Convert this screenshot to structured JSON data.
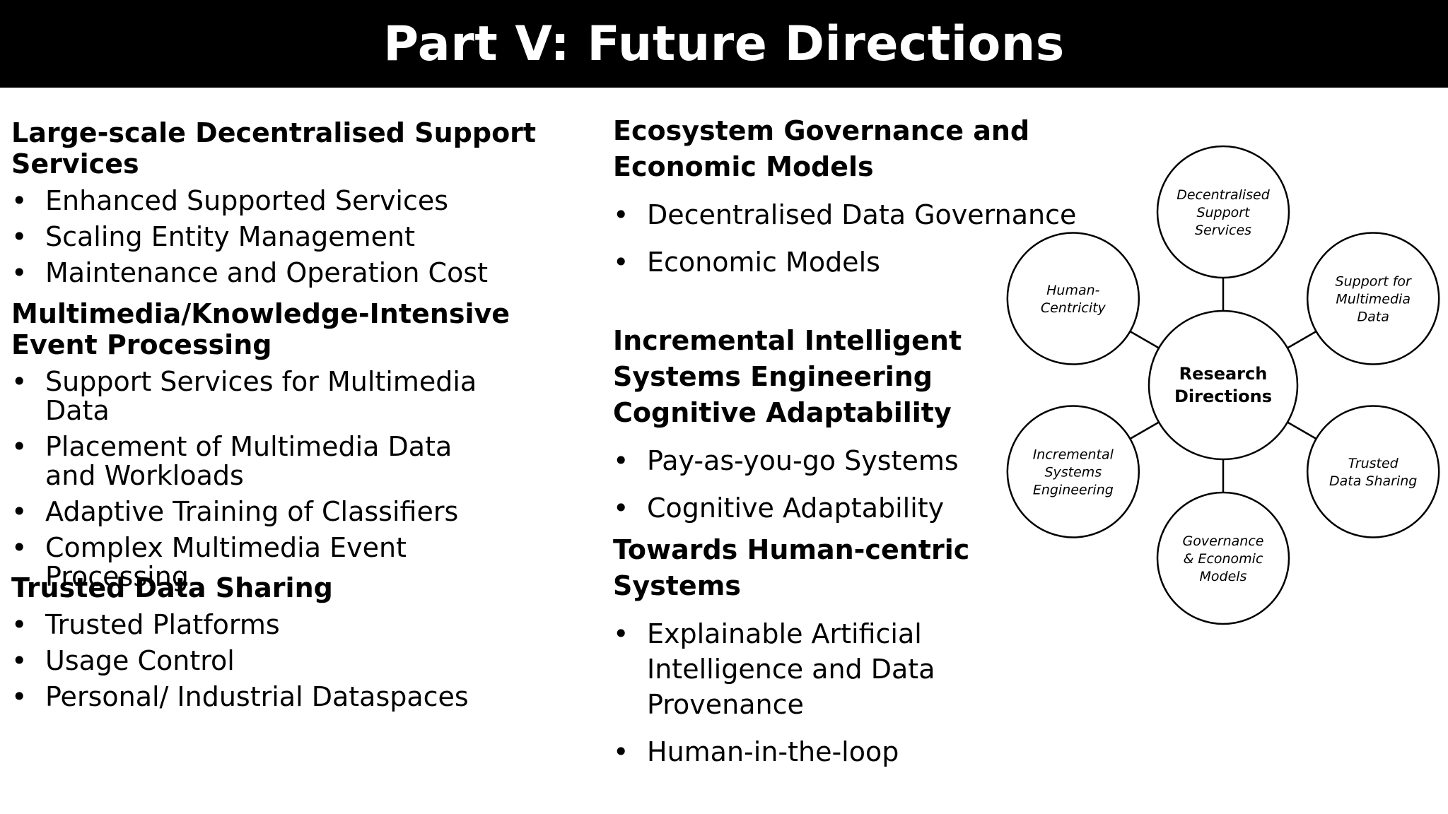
{
  "title": "Part V: Future Directions",
  "left": {
    "sections": [
      {
        "heading": "Large-scale Decentralised Support Services",
        "items": [
          "Enhanced Supported Services",
          "Scaling Entity Management",
          "Maintenance and Operation Cost"
        ]
      },
      {
        "heading": "Multimedia/Knowledge-Intensive Event Processing",
        "items": [
          "Support Services for Multimedia Data",
          "Placement of Multimedia Data and Workloads",
          "Adaptive Training of Classifiers",
          "Complex Multimedia Event Processing"
        ]
      },
      {
        "heading": "Trusted Data Sharing",
        "items": [
          "Trusted Platforms",
          "Usage Control",
          "Personal/ Industrial Dataspaces"
        ]
      }
    ]
  },
  "right": {
    "sections": [
      {
        "heading": "Ecosystem Governance and Economic Models",
        "items": [
          "Decentralised Data Governance",
          "Economic Models"
        ]
      },
      {
        "heading": "Incremental Intelligent Systems Engineering Cognitive Adaptability",
        "items": [
          "Pay-as-you-go Systems",
          "Cognitive Adaptability"
        ]
      },
      {
        "heading": "Towards Human-centric Systems",
        "items": [
          "Explainable Artificial Intelligence and Data Provenance",
          "Human-in-the-loop"
        ]
      }
    ]
  },
  "bullet": "•",
  "diagram": {
    "center": [
      "Research",
      "Directions"
    ],
    "nodes": [
      {
        "lines": [
          "Decentralised",
          "Support",
          "Services"
        ]
      },
      {
        "lines": [
          "Support for",
          "Multimedia",
          "Data"
        ]
      },
      {
        "lines": [
          "Trusted",
          "Data Sharing"
        ]
      },
      {
        "lines": [
          "Governance",
          "& Economic",
          "Models"
        ]
      },
      {
        "lines": [
          "Incremental",
          "Systems",
          "Engineering"
        ]
      },
      {
        "lines": [
          "Human-",
          "Centricity"
        ]
      }
    ]
  }
}
